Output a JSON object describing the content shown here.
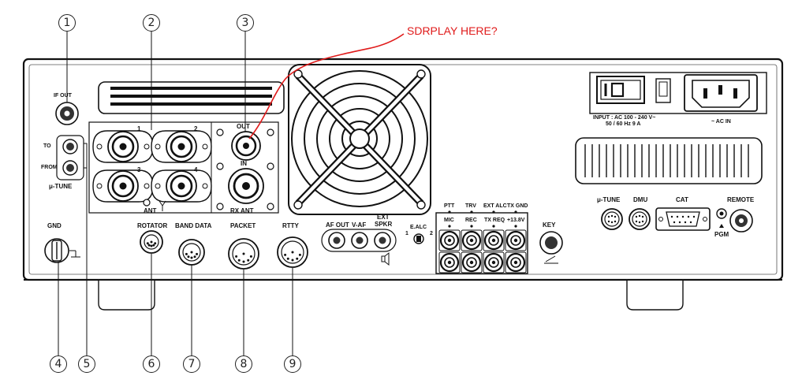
{
  "annotation": {
    "note": "SDRPLAY HERE?",
    "color": "#e01b1b"
  },
  "callouts": [
    "1",
    "2",
    "3",
    "4",
    "5",
    "6",
    "7",
    "8",
    "9"
  ],
  "labels": {
    "if_out": "IF OUT",
    "to": "TO",
    "from": "FROM",
    "mu_tune_left": "μ-TUNE",
    "gnd": "GND",
    "ant1": "1",
    "ant2": "2",
    "ant3": "3",
    "ant4": "4",
    "ant": "ANT",
    "out": "OUT",
    "in": "IN",
    "rx_ant": "RX ANT",
    "rotator": "ROTATOR",
    "band_data": "BAND DATA",
    "packet": "PACKET",
    "rtty": "RTTY",
    "af_out": "AF OUT",
    "v_af": "V-AF",
    "ext_spkr_1": "EXT",
    "ext_spkr_2": "SPKR",
    "ealc": "E.ALC",
    "ealc_1": "1",
    "ealc_2": "2",
    "ptt": "PTT",
    "trv": "TRV",
    "ext_alc": "EXT ALC",
    "tx_gnd": "TX GND",
    "mic": "MIC",
    "rec": "REC",
    "tx_req": "TX REQ",
    "plus_13v": "+13.8V",
    "key": "KEY",
    "mu_tune_right": "μ-TUNE",
    "dmu": "DMU",
    "cat": "CAT",
    "remote": "REMOTE",
    "pgm": "PGM",
    "input_1": "INPUT : AC 100 - 240 V~",
    "input_2": "50 / 60 Hz 9 A",
    "ac_in": "~ AC IN"
  },
  "icons": [
    "fan-icon",
    "power-switch-icon",
    "ac-inlet-icon",
    "speaker-icon",
    "key-paddle-icon",
    "ground-icon",
    "antenna-icon"
  ]
}
